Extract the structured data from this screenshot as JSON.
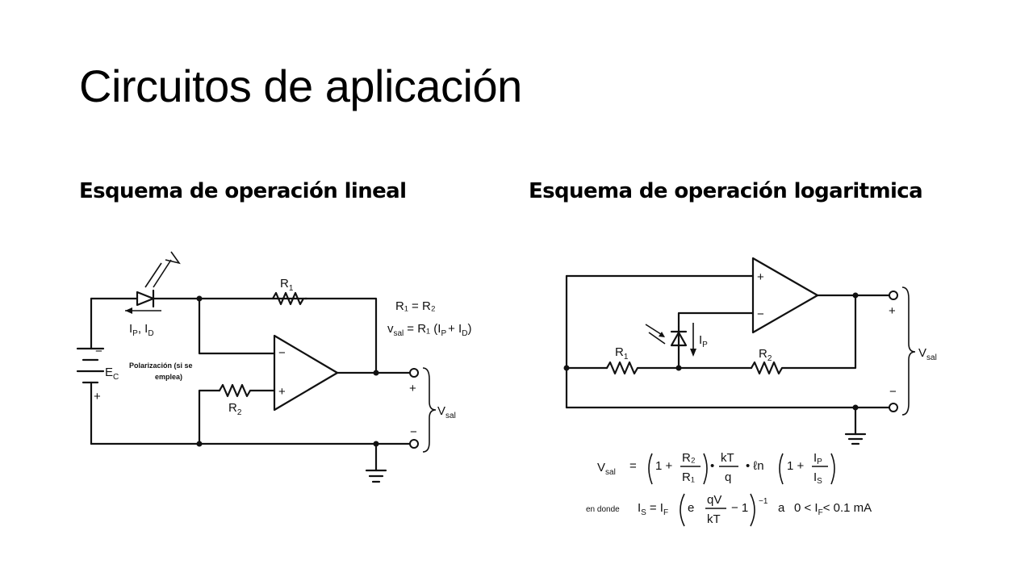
{
  "slide": {
    "title": "Circuitos de aplicación",
    "left_heading": "Esquema de operación lineal",
    "right_heading": "Esquema de operación logaritmica"
  },
  "linear": {
    "r1": "R",
    "r1_sub": "1",
    "r2": "R",
    "r2_sub": "2",
    "eq1": "R₁ = R₂",
    "eq2": "v",
    "eq2_sub": "sal",
    "eq2_rest": "= R₁ (I",
    "eq2_p": "P",
    "eq2_mid": "+ I",
    "eq2_d": "D",
    "eq2_end": ")",
    "ip_id": "I",
    "ip_sub": "P",
    "id_txt": ", I",
    "id_sub": "D",
    "ec": "E",
    "ec_sub": "C",
    "bias1": "Polarización (si se",
    "bias2": "emplea)",
    "minus": "−",
    "plus": "+",
    "vsal": "V",
    "vsal_sub": "sal"
  },
  "log": {
    "r1": "R",
    "r1_sub": "1",
    "r2": "R",
    "r2_sub": "2",
    "ip": "I",
    "ip_sub": "P",
    "plus": "+",
    "minus": "−",
    "vsal": "V",
    "vsal_sub": "sal",
    "formula_lhs": "V",
    "formula_lhs_sub": "sal",
    "f_eq": "=",
    "f_one": "1 +",
    "f_r2": "R₂",
    "f_r1": "R₁",
    "f_dot": "•",
    "f_kt": "kT",
    "f_q": "q",
    "f_ln": "• ℓn",
    "f_one2": "1 +",
    "f_ip": "I",
    "f_ip_sub": "P",
    "f_is": "I",
    "f_is_sub": "S",
    "where_label": "en donde",
    "w_is": "I",
    "w_is_sub": "S",
    "w_eq": "= I",
    "w_if_sub": "F",
    "w_e": "e",
    "w_qv": "qV",
    "w_kt": "kT",
    "w_minus1": "− 1",
    "w_exp": "−1",
    "w_a": "a",
    "w_range": "0 < I",
    "w_range_sub": "F",
    "w_range_end": "< 0.1 mA"
  }
}
